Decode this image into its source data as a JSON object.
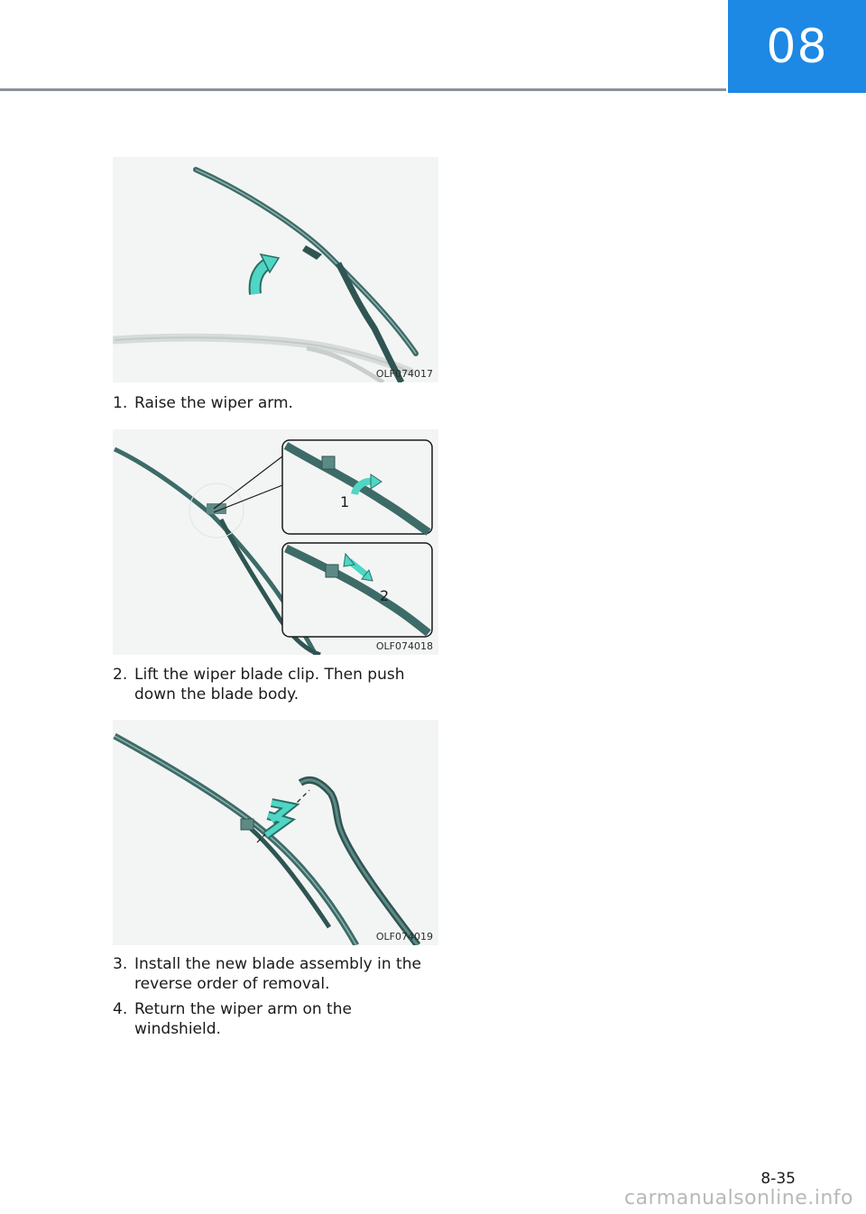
{
  "header": {
    "chapter_number": "08"
  },
  "figures": [
    {
      "code": "OLF074017"
    },
    {
      "code": "OLF074018",
      "callout_1": "1",
      "callout_2": "2"
    },
    {
      "code": "OLF074019"
    }
  ],
  "steps": [
    {
      "number": "1.",
      "text": "Raise the wiper arm."
    },
    {
      "number": "2.",
      "text": "Lift the wiper blade clip. Then push down the blade body."
    },
    {
      "number": "3.",
      "text": "Install the new blade assembly in the reverse order of removal."
    },
    {
      "number": "4.",
      "text": "Return the wiper arm on the windshield."
    }
  ],
  "footer": {
    "page_number": "8-35",
    "watermark": "carmanualsonline.info"
  },
  "colors": {
    "chapter_tab": "#1e88e5",
    "wiper": "#3d6b68",
    "arrow": "#4fd6c4"
  }
}
